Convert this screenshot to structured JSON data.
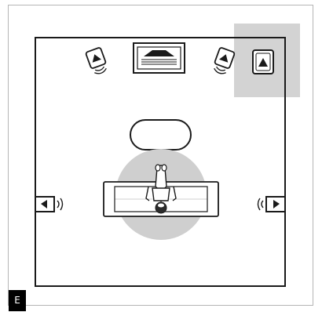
{
  "figure": {
    "label": "E",
    "colors": {
      "line": "#1a1a1a",
      "accent_panel": "#d3d3d3",
      "listening_area": "#cfcfcf",
      "fill": "#ffffff",
      "label_bg": "#000000",
      "label_fg": "#ffffff"
    }
  },
  "icons": [
    "center-speaker-icon",
    "front-left-speaker-icon",
    "front-right-speaker-icon",
    "subwoofer-icon",
    "surround-left-speaker-icon",
    "surround-right-speaker-icon",
    "coffee-table",
    "sofa",
    "listener-icon",
    "listening-area"
  ]
}
